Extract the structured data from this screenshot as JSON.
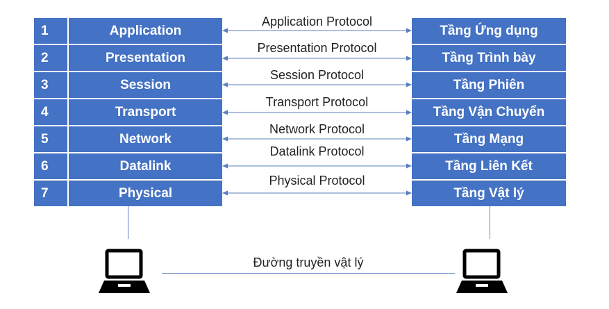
{
  "left_layers": [
    {
      "num": "1",
      "name": "Application"
    },
    {
      "num": "2",
      "name": "Presentation"
    },
    {
      "num": "3",
      "name": "Session"
    },
    {
      "num": "4",
      "name": "Transport"
    },
    {
      "num": "5",
      "name": "Network"
    },
    {
      "num": "6",
      "name": "Datalink"
    },
    {
      "num": "7",
      "name": "Physical"
    }
  ],
  "right_layers": [
    "Tầng Ứng dụng",
    "Tầng Trình bày",
    "Tầng Phiên",
    "Tầng Vận Chuyển",
    "Tầng Mạng",
    "Tầng Liên Kết",
    "Tầng Vật lý"
  ],
  "protocols": [
    "Application Protocol",
    "Presentation Protocol",
    "Session Protocol",
    "Transport Protocol",
    "Network Protocol",
    "Datalink Protocol",
    "Physical Protocol"
  ],
  "physical_link_label": "Đường truyền vật lý",
  "colors": {
    "layer_fill": "#4472C4",
    "line": "#5B7FBE",
    "laptop": "#000000"
  }
}
